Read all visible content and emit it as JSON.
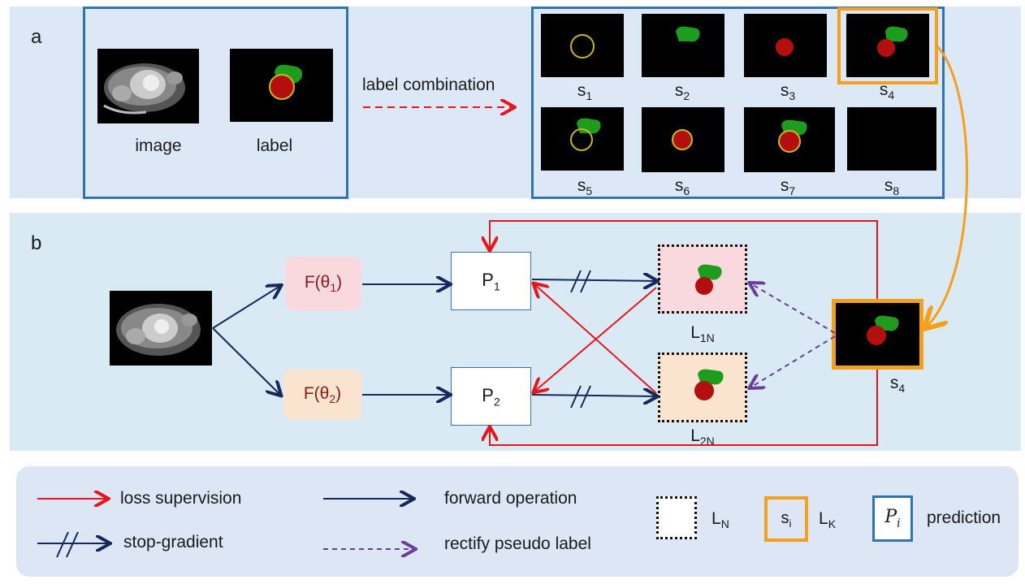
{
  "panel_a": {
    "letter": "a",
    "image_caption": "image",
    "label_caption": "label",
    "arrow_label": "label combination",
    "subsets": [
      {
        "name": "s",
        "sub": "1"
      },
      {
        "name": "s",
        "sub": "2"
      },
      {
        "name": "s",
        "sub": "3"
      },
      {
        "name": "s",
        "sub": "4"
      },
      {
        "name": "s",
        "sub": "5"
      },
      {
        "name": "s",
        "sub": "6"
      },
      {
        "name": "s",
        "sub": "7"
      },
      {
        "name": "s",
        "sub": "8"
      }
    ]
  },
  "panel_b": {
    "letter": "b",
    "f1": {
      "text": "F(θ",
      "sub": "1",
      "close": ")"
    },
    "f2": {
      "text": "F(θ",
      "sub": "2",
      "close": ")"
    },
    "p1": {
      "text": "P",
      "sub": "1"
    },
    "p2": {
      "text": "P",
      "sub": "2"
    },
    "l1": {
      "text": "L",
      "sub": "1N"
    },
    "l2": {
      "text": "L",
      "sub": "2N"
    },
    "s4": {
      "text": "s",
      "sub": "4"
    }
  },
  "legend": {
    "loss": "loss supervision",
    "forward": "forward operation",
    "stop": "stop-gradient",
    "rectify": "rectify pseudo label",
    "ln": {
      "text": "L",
      "sub": "N"
    },
    "si": {
      "text": "s",
      "sub": "i"
    },
    "lk": {
      "text": "L",
      "sub": "K"
    },
    "pi": {
      "text": "P",
      "sub": "i"
    },
    "prediction": "prediction"
  },
  "colors": {
    "loss_red": "#e8141c",
    "forward_navy": "#14285c",
    "rectify_purple": "#6a3d9a",
    "orange": "#f5a01a",
    "frame_blue": "#2f73b4",
    "pink_box": "#f9d9de",
    "peach_box": "#fbe4cf",
    "seg_red": "#b30f0f",
    "seg_green": "#1e9c1e",
    "seg_yellow": "#c8b820"
  }
}
